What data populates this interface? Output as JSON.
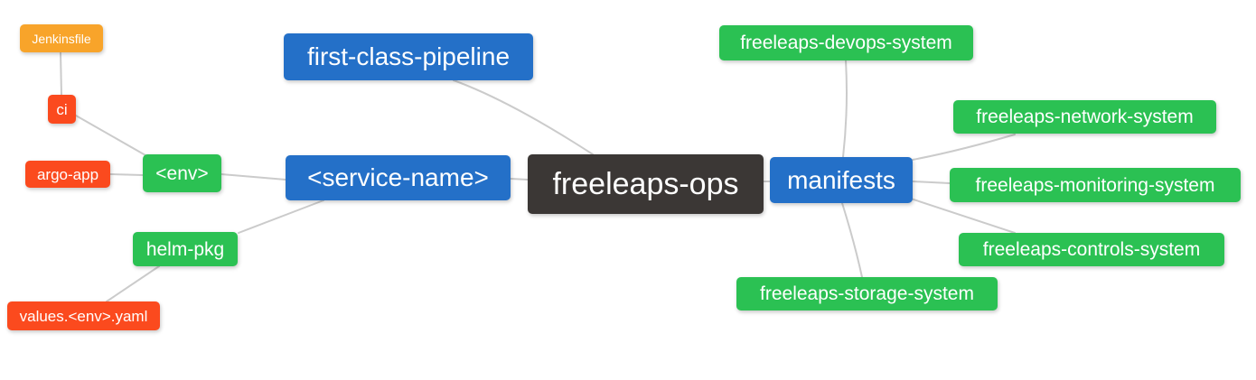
{
  "diagram": {
    "type": "mindmap",
    "background_color": "#FFFFFF"
  },
  "colors": {
    "root_node": "#3B3735",
    "branch_blue": "#2470C8",
    "node_green": "#2BC153",
    "node_red": "#FB4A1E",
    "node_orange": "#F8A42A",
    "edge": "#CBCBCB",
    "node_text": "#FFFFFF"
  },
  "nodes": {
    "root": {
      "label": "freeleaps-ops"
    },
    "first_class_pipeline": {
      "label": "first-class-pipeline"
    },
    "service_name": {
      "label": "<service-name>"
    },
    "env": {
      "label": "<env>"
    },
    "ci": {
      "label": "ci"
    },
    "jenkinsfile": {
      "label": "Jenkinsfile"
    },
    "argo_app": {
      "label": "argo-app"
    },
    "helm_pkg": {
      "label": "helm-pkg"
    },
    "values_env_yaml": {
      "label": "values.<env>.yaml"
    },
    "manifests": {
      "label": "manifests"
    },
    "devops_system": {
      "label": "freeleaps-devops-system"
    },
    "network_system": {
      "label": "freeleaps-network-system"
    },
    "monitoring_system": {
      "label": "freeleaps-monitoring-system"
    },
    "controls_system": {
      "label": "freeleaps-controls-system"
    },
    "storage_system": {
      "label": "freeleaps-storage-system"
    }
  },
  "edges": [
    {
      "from": "root",
      "to": "first_class_pipeline"
    },
    {
      "from": "root",
      "to": "service_name"
    },
    {
      "from": "root",
      "to": "manifests"
    },
    {
      "from": "service_name",
      "to": "env"
    },
    {
      "from": "service_name",
      "to": "helm_pkg"
    },
    {
      "from": "env",
      "to": "ci"
    },
    {
      "from": "env",
      "to": "argo_app"
    },
    {
      "from": "ci",
      "to": "jenkinsfile"
    },
    {
      "from": "helm_pkg",
      "to": "values_env_yaml"
    },
    {
      "from": "manifests",
      "to": "devops_system"
    },
    {
      "from": "manifests",
      "to": "network_system"
    },
    {
      "from": "manifests",
      "to": "monitoring_system"
    },
    {
      "from": "manifests",
      "to": "controls_system"
    },
    {
      "from": "manifests",
      "to": "storage_system"
    }
  ]
}
